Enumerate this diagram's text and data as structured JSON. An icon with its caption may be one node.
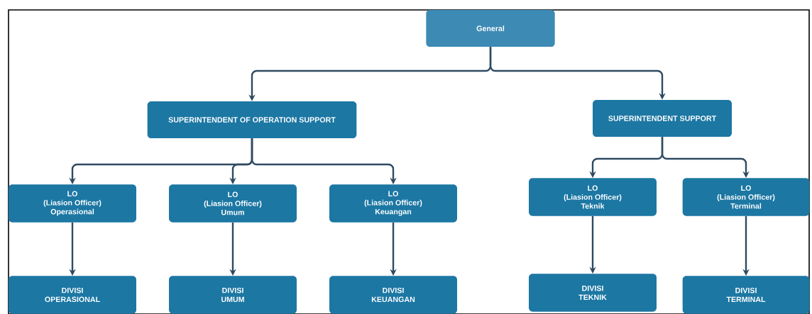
{
  "diagram": {
    "nodes": [
      {
        "text": [
          "General"
        ]
      },
      {
        "text": [
          "SUPERINTENDENT OF OPERATION SUPPORT"
        ]
      },
      {
        "text": [
          "SUPERINTENDENT SUPPORT"
        ]
      },
      {
        "text": [
          "LO",
          "(Liasion Officer)",
          "Operasional"
        ]
      },
      {
        "text": [
          "LO",
          "(Liasion Officer)",
          "Umum"
        ]
      },
      {
        "text": [
          "LO",
          "(Liasion Officer)",
          "Keuangan"
        ]
      },
      {
        "text": [
          "LO",
          "(Liasion Officer)",
          "Teknik"
        ]
      },
      {
        "text": [
          "LO",
          "(Liasion Officer)",
          "Terminal"
        ]
      },
      {
        "text": [
          "DIVISI",
          "OPERASIONAL"
        ]
      },
      {
        "text": [
          "DIVISI",
          "UMUM"
        ]
      },
      {
        "text": [
          "DIVISI",
          "KEUANGAN"
        ]
      },
      {
        "text": [
          "DIVISI",
          "TEKNIK"
        ]
      },
      {
        "text": [
          "DIVISI",
          "TERMINAL"
        ]
      }
    ],
    "edges": [
      {
        "from": 0,
        "to": 1,
        "arrow": "to"
      },
      {
        "from": 0,
        "to": 2,
        "arrow": "to"
      },
      {
        "from": 1,
        "to": 3,
        "arrow": "to"
      },
      {
        "from": 1,
        "to": 4,
        "arrow": "to"
      },
      {
        "from": 1,
        "to": 5,
        "arrow": "to"
      },
      {
        "from": 2,
        "to": 6,
        "arrow": "to"
      },
      {
        "from": 2,
        "to": 7,
        "arrow": "to"
      },
      {
        "from": 3,
        "to": 8,
        "arrow": "to"
      },
      {
        "from": 4,
        "to": 9,
        "arrow": "to"
      },
      {
        "from": 5,
        "to": 10,
        "arrow": "to"
      },
      {
        "from": 6,
        "to": 11,
        "arrow": "to"
      },
      {
        "from": 7,
        "to": 12,
        "arrow": "to"
      }
    ]
  }
}
